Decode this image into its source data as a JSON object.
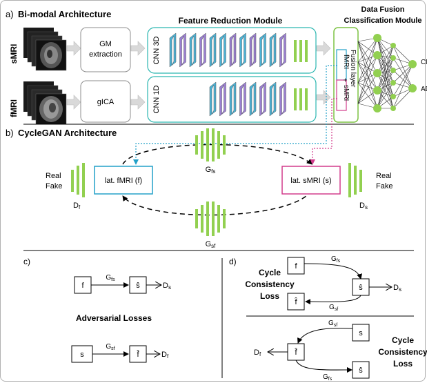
{
  "sections": {
    "a": "a)",
    "a_title": "Bi-modal Architecture",
    "b": "b)",
    "b_title": "CycleGAN Architecture",
    "c": "c)",
    "d": "d)"
  },
  "modalities": {
    "smri": "sMRI",
    "fmri": "fMRI"
  },
  "boxes": {
    "gm_line1": "GM",
    "gm_line2": "extraction",
    "gica": "gICA",
    "frm_title": "Feature Reduction Module",
    "cnn3d": "CNN 3D",
    "cnn1d": "CNN 1D",
    "dfc_line1": "Data Fusion",
    "dfc_line2": "Classification Module",
    "fusion_layer": "Fusion layer",
    "fusion_fmri": "fMRI",
    "fusion_smri": "sMRI",
    "out_cn": "CN",
    "out_ad": "AD"
  },
  "cyclegan": {
    "real": "Real",
    "fake": "Fake",
    "d_f": "D",
    "d_f_sub": "f",
    "d_s": "D",
    "d_s_sub": "s",
    "lat_fmri": "lat. fMRI (f)",
    "lat_smri": "lat. sMRI (s)",
    "g_fs": "G",
    "g_fs_sub": "fs",
    "g_sf": "G",
    "g_sf_sub": "sf"
  },
  "losses": {
    "adversarial": "Adversarial Losses",
    "cycle1": "Cycle",
    "cycle2": "Consistency",
    "cycle3": "Loss",
    "f": "f",
    "s": "s",
    "s_hat": "ŝ",
    "f_hat": "f̂",
    "G": "G",
    "D": "D",
    "fs": "fs",
    "sf": "sf",
    "sub_s": "s",
    "sub_f": "f"
  },
  "colors": {
    "cnn_blue": "#4db3d6",
    "cnn_purple": "#9b7fd1",
    "dense_green": "#92d050",
    "module_teal": "#2bb6b0",
    "fusion_green": "#7cc242",
    "fmri_box": "#22a0c8",
    "smri_box": "#d23c8c",
    "grey_arrow": "#d9d9d9"
  }
}
